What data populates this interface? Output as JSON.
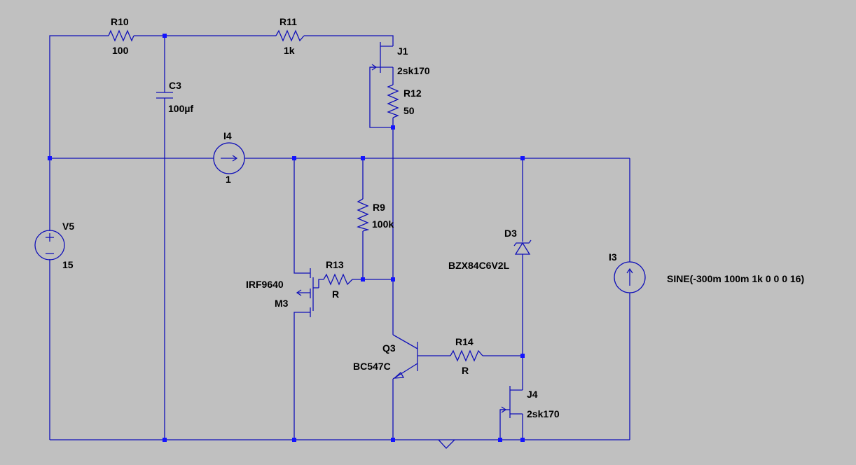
{
  "colors": {
    "background": "#c0c0c0",
    "wire": "#1010b8",
    "junction": "#1414ff",
    "text": "#000000"
  },
  "components": {
    "R10": {
      "name": "R10",
      "value": "100"
    },
    "R11": {
      "name": "R11",
      "value": "1k"
    },
    "R12": {
      "name": "R12",
      "value": "50"
    },
    "R9": {
      "name": "R9",
      "value": "100k"
    },
    "R13": {
      "name": "R13",
      "value": "R"
    },
    "R14": {
      "name": "R14",
      "value": "R"
    },
    "C3": {
      "name": "C3",
      "value": "100µf"
    },
    "J1": {
      "name": "J1",
      "value": "2sk170"
    },
    "J4": {
      "name": "J4",
      "value": "2sk170"
    },
    "I4": {
      "name": "I4",
      "value": "1"
    },
    "I3": {
      "name": "I3",
      "value": "SINE(-300m 100m 1k 0 0 0 16)"
    },
    "V5": {
      "name": "V5",
      "value": "15"
    },
    "D3": {
      "name": "D3",
      "value": "BZX84C6V2L"
    },
    "M3": {
      "name": "M3",
      "value": "IRF9640"
    },
    "Q3": {
      "name": "Q3",
      "value": "BC547C"
    }
  }
}
